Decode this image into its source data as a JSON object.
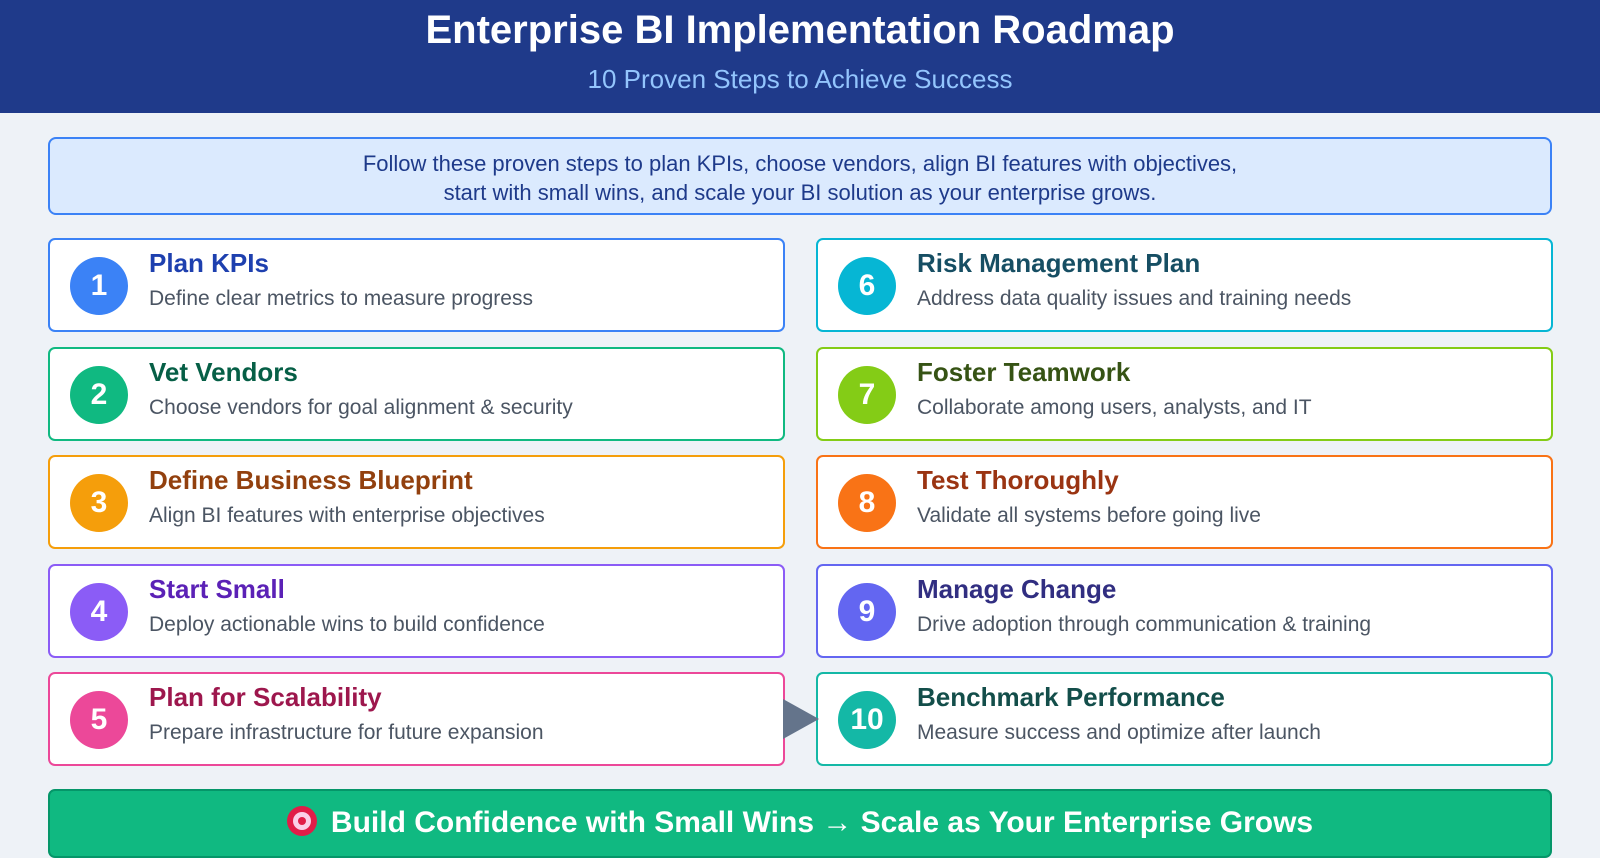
{
  "header": {
    "title": "Enterprise BI Implementation Roadmap",
    "subtitle": "10 Proven Steps to Achieve Success"
  },
  "intro": {
    "line1": "Follow these proven steps to plan KPIs, choose vendors, align BI features with objectives,",
    "line2": "start with small wins, and scale your BI solution as your enterprise grows."
  },
  "steps": [
    {
      "n": "1",
      "title": "Plan KPIs",
      "desc": "Define clear metrics to measure progress",
      "color": "#3b82f6",
      "tcolor": "#1e40af"
    },
    {
      "n": "2",
      "title": "Vet Vendors",
      "desc": "Choose vendors for goal alignment & security",
      "color": "#10b981",
      "tcolor": "#065f46"
    },
    {
      "n": "3",
      "title": "Define Business Blueprint",
      "desc": "Align BI features with enterprise objectives",
      "color": "#f59e0b",
      "tcolor": "#92400e"
    },
    {
      "n": "4",
      "title": "Start Small",
      "desc": "Deploy actionable wins to build confidence",
      "color": "#8b5cf6",
      "tcolor": "#5b21b6"
    },
    {
      "n": "5",
      "title": "Plan for Scalability",
      "desc": "Prepare infrastructure for future expansion",
      "color": "#ec4899",
      "tcolor": "#9d174d"
    },
    {
      "n": "6",
      "title": "Risk Management Plan",
      "desc": "Address data quality issues and training needs",
      "color": "#06b6d4",
      "tcolor": "#164e63"
    },
    {
      "n": "7",
      "title": "Foster Teamwork",
      "desc": "Collaborate among users, analysts, and IT",
      "color": "#84cc16",
      "tcolor": "#365314"
    },
    {
      "n": "8",
      "title": "Test Thoroughly",
      "desc": "Validate all systems before going live",
      "color": "#f97316",
      "tcolor": "#9a3412"
    },
    {
      "n": "9",
      "title": "Manage Change",
      "desc": "Drive adoption through communication & training",
      "color": "#6366f1",
      "tcolor": "#312e81"
    },
    {
      "n": "10",
      "title": "Benchmark Performance",
      "desc": "Measure success and optimize after launch",
      "color": "#14b8a6",
      "tcolor": "#134e4a"
    }
  ],
  "footer": {
    "icon": "target-icon",
    "text": "Build Confidence with Small Wins → Scale as Your Enterprise Grows"
  }
}
